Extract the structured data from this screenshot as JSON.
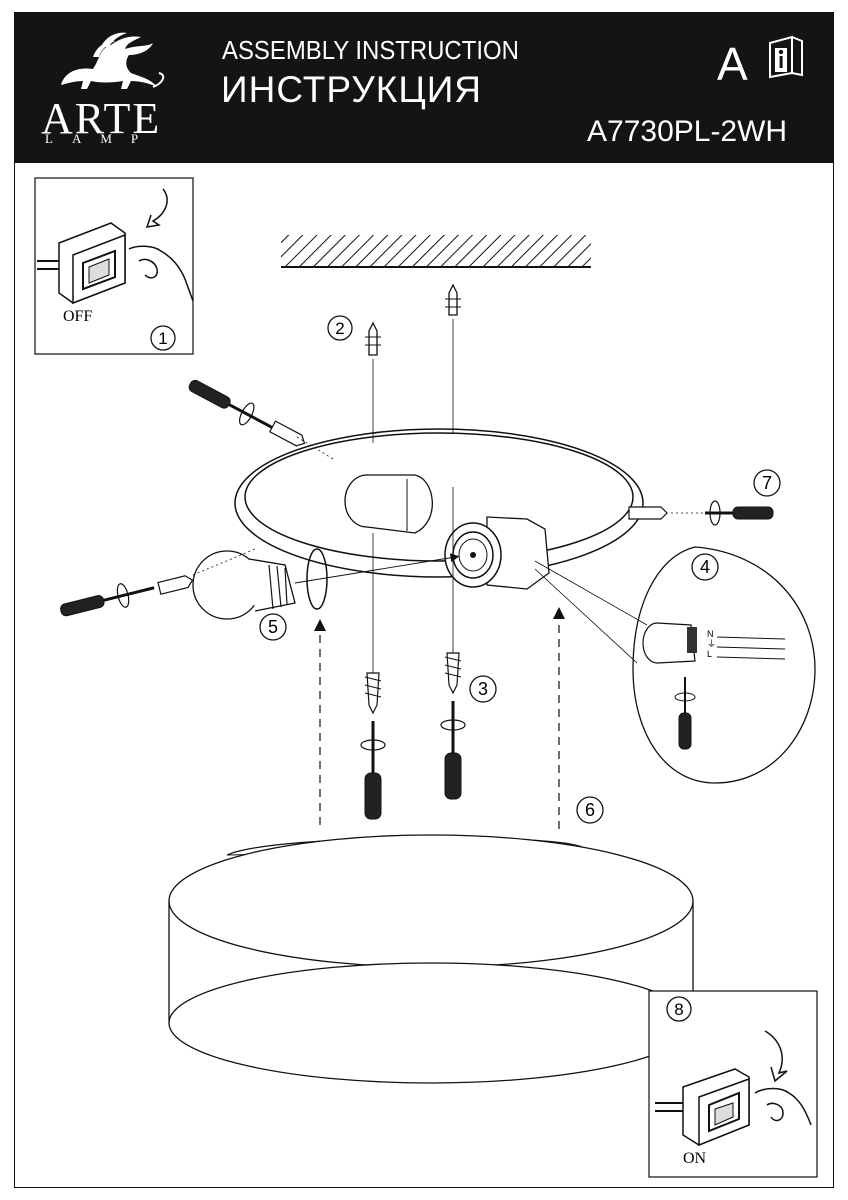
{
  "header": {
    "brand": "ARTE",
    "brand_sub": "LAMP",
    "title_en": "ASSEMBLY INSTRUCTION",
    "title_ru": "ИНСТРУКЦИЯ",
    "lang_letter": "A",
    "model": "A7730PL-2WH"
  },
  "steps": {
    "s1": {
      "number": "1",
      "label": "OFF"
    },
    "s2": {
      "number": "2"
    },
    "s3": {
      "number": "3"
    },
    "s4": {
      "number": "4"
    },
    "s5": {
      "number": "5"
    },
    "s6": {
      "number": "6"
    },
    "s7": {
      "number": "7"
    },
    "s8": {
      "number": "8",
      "label": "ON"
    }
  },
  "wiring_labels": {
    "n": "N",
    "earth": "⏚",
    "l": "L"
  },
  "icons": [
    "griffin-logo-icon",
    "info-book-icon",
    "wall-switch-icon",
    "hand-icon",
    "screwdriver-icon",
    "wall-plug-icon",
    "screw-icon",
    "lamp-socket-icon",
    "light-bulb-icon",
    "rotate-arrow-icon",
    "ceiling-hatch-icon"
  ],
  "colors": {
    "header_bg": "#141414",
    "header_text": "#ffffff",
    "line": "#111111"
  }
}
